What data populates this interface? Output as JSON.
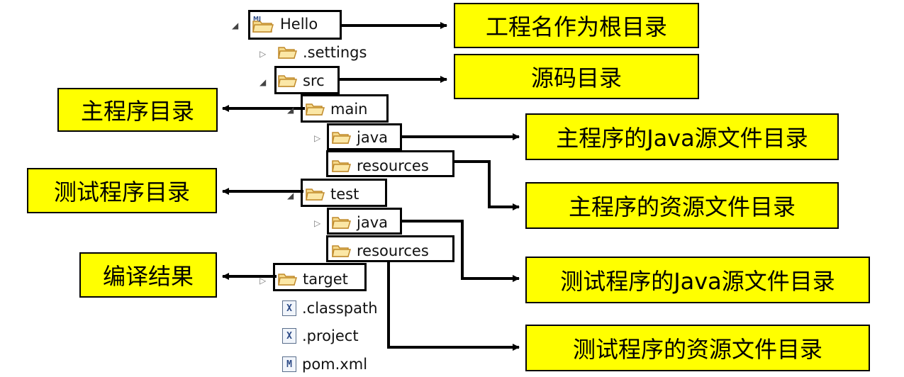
{
  "tree": {
    "project": "Hello",
    "settings": ".settings",
    "src": "src",
    "main": "main",
    "main_java": "java",
    "main_resources": "resources",
    "test": "test",
    "test_java": "java",
    "test_resources": "resources",
    "target": "target",
    "classpath": ".classpath",
    "project_file": ".project",
    "pom": "pom.xml"
  },
  "callouts": {
    "project_root": "工程名作为根目录",
    "source_dir": "源码目录",
    "main_program_dir": "主程序目录",
    "main_java_source": "主程序的Java源文件目录",
    "main_resources": "主程序的资源文件目录",
    "test_program_dir": "测试程序目录",
    "test_java_source": "测试程序的Java源文件目录",
    "compile_result": "编译结果",
    "test_resources": "测试程序的资源文件目录"
  },
  "icons": {
    "project_badge": "MJ",
    "xml_file_badge": "X",
    "maven_file_badge": "M"
  },
  "colors": {
    "callout_fill": "#ffff00",
    "border": "#000000",
    "folder_fill": "#f5d98b",
    "folder_stroke": "#c08a2b"
  }
}
